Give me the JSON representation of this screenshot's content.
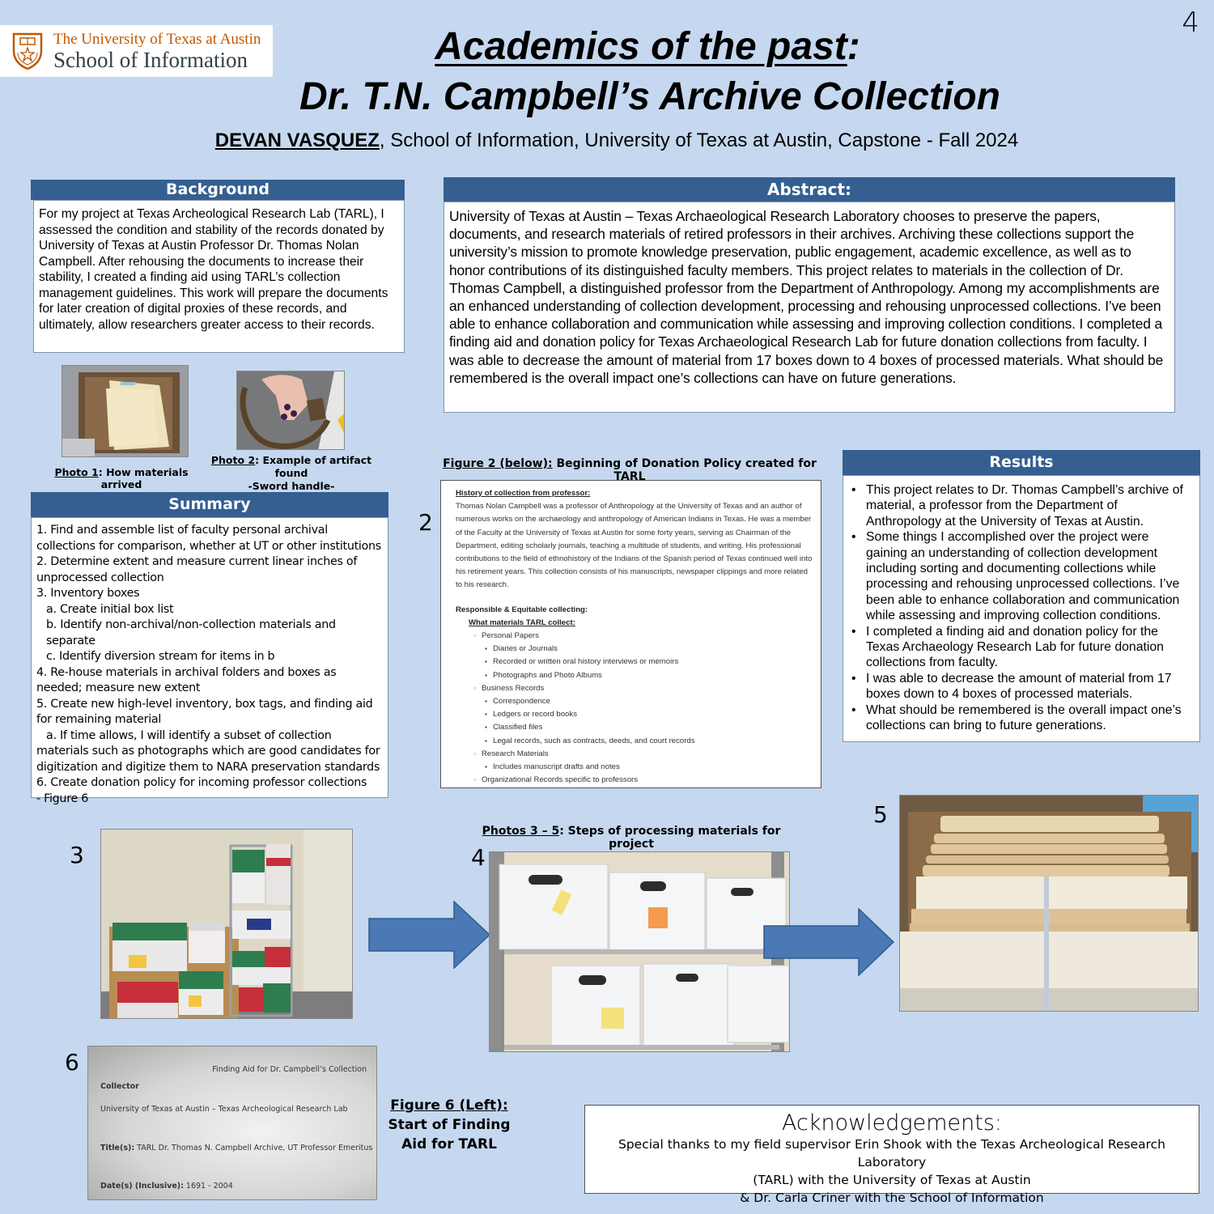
{
  "page_number": "4",
  "logo": {
    "line1": "The University of Texas at Austin",
    "line2": "School of Information",
    "brand_color": "#bf5700"
  },
  "title": {
    "line1_underlined": "Academics of the past",
    "line1_suffix": ":",
    "line2": "Dr. T.N. Campbell’s Archive Collection"
  },
  "author": {
    "name": "DEVAN VASQUEZ",
    "affiliation": ", School of Information, University of Texas at Austin, Capstone - Fall 2024"
  },
  "colors": {
    "background": "#c5d8ef",
    "header_bar": "#355f91",
    "arrow": "#4a79b5"
  },
  "background": {
    "heading": "Background",
    "text": "For my project at Texas Archeological Research Lab (TARL), I assessed the condition and stability of the records donated by University of Texas at Austin Professor Dr. Thomas Nolan Campbell. After rehousing the documents to increase their stability, I created a finding aid using TARL’s collection management guidelines. This work will prepare the documents for later creation of digital proxies of these records, and ultimately, allow researchers greater access to their records."
  },
  "abstract": {
    "heading": "Abstract:",
    "text": "University of Texas at Austin – Texas Archaeological Research Laboratory chooses to preserve the papers, documents, and research materials of retired professors in their archives. Archiving these collections support the university’s mission to promote knowledge preservation, public engagement, academic excellence, as well as to honor contributions of its distinguished faculty members. This project relates to materials in the collection of Dr. Thomas Campbell, a distinguished professor from the Department of Anthropology. Among my accomplishments are an enhanced understanding of collection development, processing and rehousing unprocessed collections. I’ve been able to enhance collaboration and communication while assessing and improving collection conditions. I completed a finding aid and donation policy for Texas Archaeological Research Lab for future donation collections from faculty. I was able to decrease the amount of material from 17 boxes down to 4 boxes of processed materials. What should be remembered is the overall impact one’s collections can have on future generations."
  },
  "photo1": {
    "label": "Photo 1",
    "caption": ": How materials arrived",
    "alt": "Folders in a cardboard box"
  },
  "photo2": {
    "label": "Photo 2",
    "caption": ": Example of artifact found",
    "caption2": "-Sword handle-",
    "alt": "Hand holding a sword handle"
  },
  "summary": {
    "heading": "Summary",
    "items": [
      "1. Find and assemble list of faculty personal archival collections for comparison, whether at UT or other institutions",
      "2. Determine extent and measure current linear inches of unprocessed collection",
      "3. Inventory boxes",
      "a. Create initial box list",
      "b. Identify non-archival/non-collection materials and separate",
      "c. Identify diversion stream for items in b",
      "4. Re-house materials in archival folders and boxes as needed; measure new extent",
      "5. Create new high-level inventory, box tags, and finding aid for remaining material",
      "a. If time allows, I will identify a subset of collection materials such as photographs which are good candidates for digitization and digitize them to NARA preservation standards",
      "6. Create donation policy for incoming professor collections",
      "- Figure 6"
    ]
  },
  "figure2": {
    "caption_label": "Figure 2 (below):",
    "caption_text": " Beginning of Donation Policy created for TARL",
    "number": "2",
    "history_heading": "History of collection from professor:",
    "history_text": "Thomas Nolan Campbell was a professor of Anthropology at the University of Texas and an author of numerous works on the archaeology and anthropology of American Indians in Texas. He was a member of the Faculty at the University of Texas at Austin for some forty years, serving as Chairman of the Department, editing scholarly journals, teaching a multitude of students, and writing. His professional contributions to the field of ethnohistory of the Indians of the Spanish period of Texas continued well into his retirement years. This collection consists of his manuscripts, newspaper clippings and more related to his research.",
    "collecting_heading": "Responsible & Equitable collecting:",
    "collect_subheading": "What materials TARL collect:",
    "categories": [
      {
        "name": "Personal Papers",
        "items": [
          "Diaries or Journals",
          "Recorded or written oral history interviews or memoirs",
          "Photographs and Photo Albums"
        ]
      },
      {
        "name": "Business Records",
        "items": [
          "Correspondence",
          "Ledgers or record books",
          "Classified files",
          "Legal records, such as contracts, deeds, and court records"
        ]
      },
      {
        "name": "Research Materials",
        "items": [
          "Includes manuscript drafts and notes"
        ]
      },
      {
        "name": "Organizational Records specific to professors",
        "items": []
      }
    ]
  },
  "results": {
    "heading": "Results",
    "bullets": [
      "This project relates to Dr. Thomas Campbell’s archive of material, a professor from the Department of Anthropology at the University of Texas at Austin.",
      "Some things I accomplished over the project were gaining an understanding of collection development including sorting and documenting collections while processing and rehousing unprocessed collections. I’ve been able to enhance collaboration and communication while assessing and improving collection conditions.",
      "I completed a finding aid and donation policy for the Texas Archaeology Research Lab for future donation collections from faculty.",
      "I was able to decrease the amount of material from 17 boxes down to 4 boxes of processed materials.",
      "What should be remembered is the overall impact one’s collections can bring to future generations."
    ]
  },
  "photos_3_5": {
    "caption_label": "Photos 3 – 5",
    "caption_text": ": Steps of processing materials for project",
    "photo3_number": "3",
    "photo4_number": "4",
    "photo5_number": "5"
  },
  "figure6": {
    "number": "6",
    "caption_label": "Figure 6 (Left):",
    "caption_line2": "Start of Finding",
    "caption_line3": "Aid for TARL",
    "doc_title": "Finding Aid for Dr. Campbell’s Collection",
    "collector_label": "Collector",
    "collector_value": "University of Texas at Austin – Texas Archeological Research Lab",
    "titles_label": "Title(s):",
    "titles_value": " TARL Dr. Thomas N. Campbell Archive, UT Professor Emeritus",
    "dates_label": "Date(s) (Inclusive):",
    "dates_value": " 1691 - 2004"
  },
  "acknowledgements": {
    "heading": "Acknowledgements:",
    "line1": "Special thanks to my field supervisor Erin Shook with the Texas Archeological Research Laboratory",
    "line2": "(TARL) with the University of Texas at Austin",
    "line3": "& Dr. Carla Criner with the School of Information"
  }
}
